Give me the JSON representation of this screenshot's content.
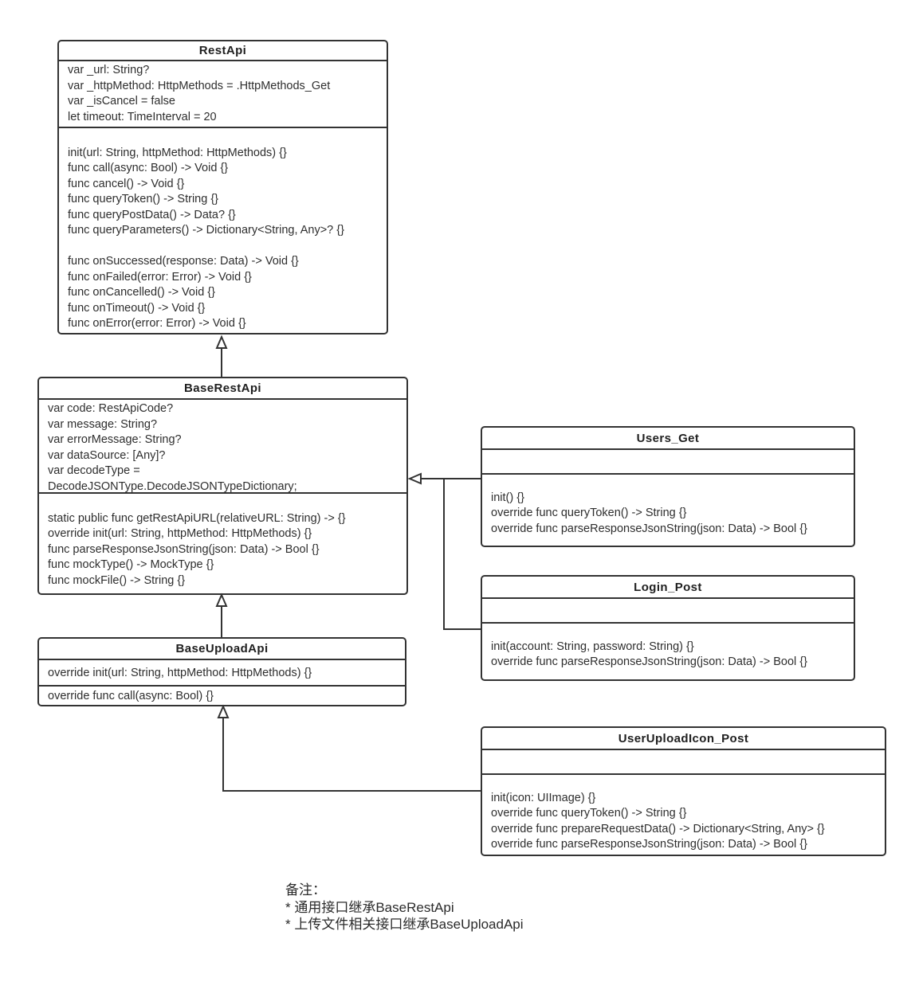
{
  "colors": {
    "line": "#333333",
    "text": "#2e2e2e",
    "background": "#ffffff"
  },
  "classes": {
    "rest_api": {
      "title": "RestApi",
      "attributes": [
        "var _url: String?",
        "var _httpMethod: HttpMethods = .HttpMethods_Get",
        "var _isCancel = false",
        "let timeout: TimeInterval = 20"
      ],
      "methods": [
        "",
        "init(url: String, httpMethod: HttpMethods) {}",
        "func call(async: Bool) -> Void {}",
        "func cancel() -> Void {}",
        "func queryToken() -> String {}",
        "func queryPostData() -> Data? {}",
        "func queryParameters() -> Dictionary<String, Any>? {}",
        "",
        "func onSuccessed(response: Data) -> Void {}",
        "func onFailed(error: Error) -> Void {}",
        "func onCancelled() -> Void {}",
        "func onTimeout() -> Void {}",
        "func onError(error: Error) -> Void {}"
      ]
    },
    "base_rest_api": {
      "title": "BaseRestApi",
      "attributes": [
        "var code: RestApiCode?",
        "var message: String?",
        "var errorMessage: String?",
        "var dataSource: [Any]?",
        "var decodeType =",
        "DecodeJSONType.DecodeJSONTypeDictionary;"
      ],
      "methods": [
        "",
        "static public func getRestApiURL(relativeURL: String) -> {}",
        "override init(url: String, httpMethod: HttpMethods) {}",
        "func parseResponseJsonString(json: Data) -> Bool {}",
        "func mockType() -> MockType {}",
        "func mockFile() -> String {}"
      ]
    },
    "users_get": {
      "title": "Users_Get",
      "attributes": [],
      "methods": [
        "",
        "init() {}",
        "override func queryToken() -> String {}",
        "override func parseResponseJsonString(json: Data) -> Bool {}"
      ]
    },
    "login_post": {
      "title": "Login_Post",
      "attributes": [],
      "methods": [
        "",
        "init(account: String, password: String) {}",
        "override func parseResponseJsonString(json: Data) -> Bool {}"
      ]
    },
    "base_upload_api": {
      "title": "BaseUploadApi",
      "row1": "override init(url: String, httpMethod: HttpMethods) {}",
      "row2": "override func call(async: Bool) {}"
    },
    "user_upload_icon_post": {
      "title": "UserUploadIcon_Post",
      "attributes": [],
      "methods": [
        "",
        "init(icon: UIImage) {}",
        "override func queryToken() -> String {}",
        "override func prepareRequestData() -> Dictionary<String, Any> {}",
        "override func parseResponseJsonString(json: Data) -> Bool {}"
      ]
    }
  },
  "relationships": [
    {
      "from": "BaseRestApi",
      "to": "RestApi",
      "type": "inheritance"
    },
    {
      "from": "Users_Get",
      "to": "BaseRestApi",
      "type": "inheritance"
    },
    {
      "from": "Login_Post",
      "to": "BaseRestApi",
      "type": "inheritance"
    },
    {
      "from": "BaseUploadApi",
      "to": "BaseRestApi",
      "type": "inheritance"
    },
    {
      "from": "UserUploadIcon_Post",
      "to": "BaseUploadApi",
      "type": "inheritance"
    }
  ],
  "note": {
    "lines": [
      "备注：",
      "* 通用接口继承BaseRestApi",
      "* 上传文件相关接口继承BaseUploadApi"
    ]
  }
}
